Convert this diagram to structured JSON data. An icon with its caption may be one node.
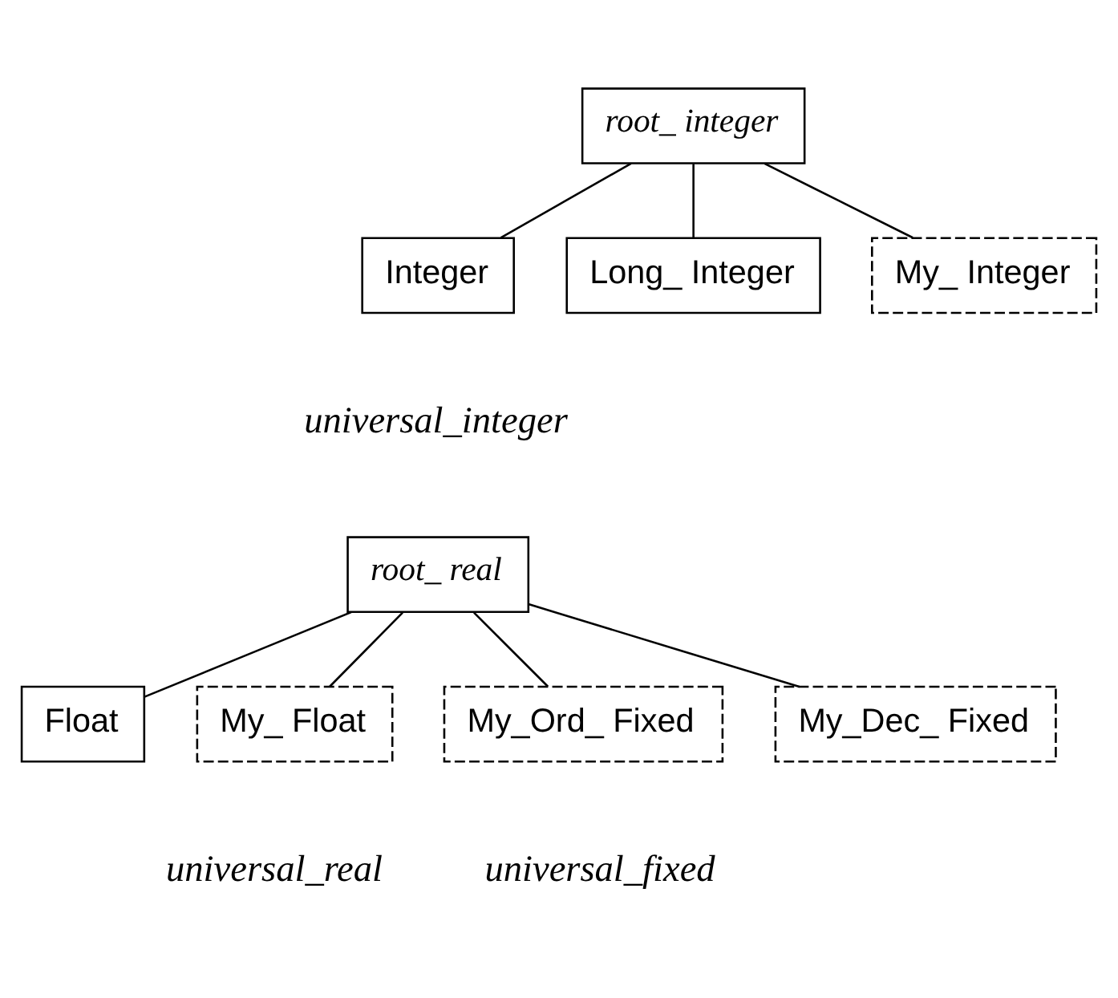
{
  "diagram": {
    "nodes": [
      {
        "text": [
          "root_ integer"
        ]
      },
      {
        "text": [
          "Integer"
        ]
      },
      {
        "text": [
          "Long_ Integer"
        ]
      },
      {
        "text": [
          "My_ Integer"
        ]
      },
      {
        "text": [
          "root_ real"
        ]
      },
      {
        "text": [
          "Float"
        ]
      },
      {
        "text": [
          "My_ Float"
        ]
      },
      {
        "text": [
          "My_Ord_ Fixed"
        ]
      },
      {
        "text": [
          "My_Dec_ Fixed"
        ]
      }
    ],
    "edges": [
      {
        "from": 0,
        "to": 1,
        "arrow": "none"
      },
      {
        "from": 0,
        "to": 2,
        "arrow": "none"
      },
      {
        "from": 0,
        "to": 3,
        "arrow": "none"
      },
      {
        "from": 4,
        "to": 5,
        "arrow": "none"
      },
      {
        "from": 4,
        "to": 6,
        "arrow": "none"
      },
      {
        "from": 4,
        "to": 7,
        "arrow": "none"
      },
      {
        "from": 4,
        "to": 8,
        "arrow": "none"
      }
    ],
    "labels": [
      "universal_integer",
      "universal_real",
      "universal_fixed"
    ]
  }
}
